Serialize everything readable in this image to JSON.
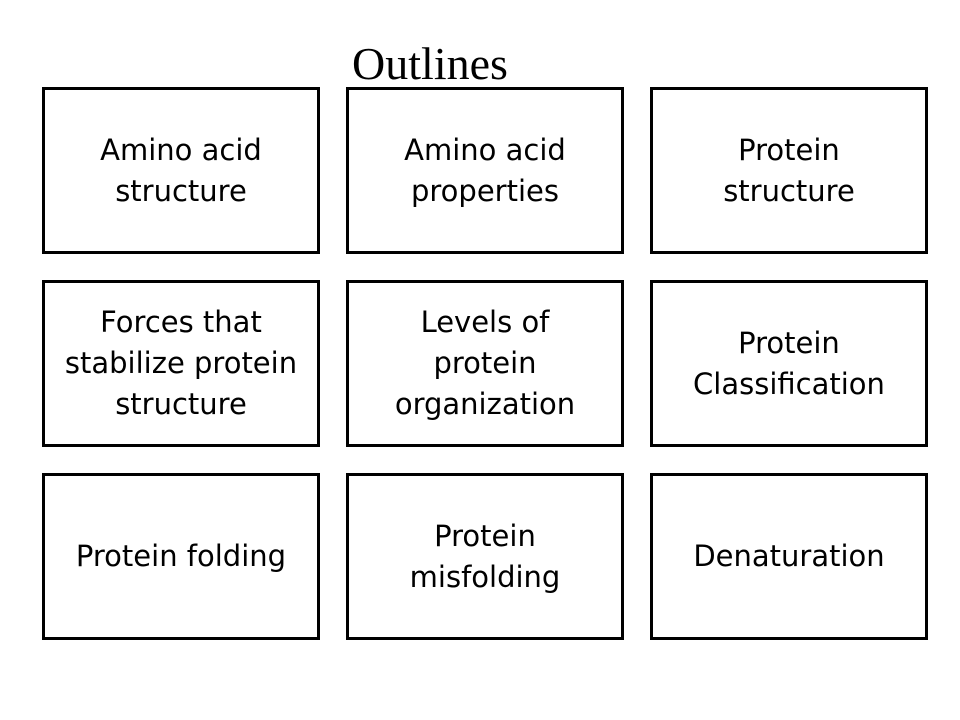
{
  "title": "Outlines",
  "topics": [
    "Amino acid\nstructure",
    "Amino acid\nproperties",
    "Protein\nstructure",
    "Forces that\nstabilize protein\nstructure",
    "Levels of\nprotein\norganization",
    "Protein\nClassification",
    "Protein folding",
    "Protein\nmisfolding",
    "Denaturation"
  ]
}
